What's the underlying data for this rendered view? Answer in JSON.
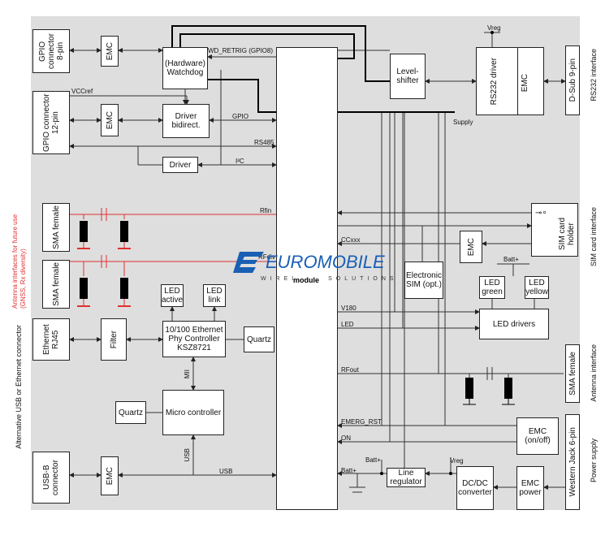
{
  "colors": {
    "board": "#dedede",
    "antenna": "#e03030",
    "logo": "#1a5fb4"
  },
  "blocks": {
    "gpio8": "GPIO connector 8-pin",
    "gpio12": "GPIO connector 12-pin",
    "emc": "EMC",
    "watchdog": "(Hardware) Watchdog",
    "driver_bidir": "Driver bidirect.",
    "driver": "Driver",
    "sma": "SMA female",
    "led_active": "LED active",
    "led_link": "LED link",
    "ethernet": "Ethernet RJ45",
    "filter": "Filter",
    "phy": "10/100 Ethernet Phy Controller KSZ8721",
    "quartz": "Quartz",
    "micro": "Micro controller",
    "usbb": "USB-B connector",
    "level_shifter": "Level-shifter",
    "rs232_driver": "RS232 driver",
    "dsub": "D-Sub 9-pin",
    "sim_holder": "SIM card holder",
    "esim": "Electronic SIM (opt.)",
    "led_green": "LED green",
    "led_yellow": "LED yellow",
    "led_drivers": "LED drivers",
    "emc_onoff": "EMC (on/off)",
    "emc_power": "EMC power",
    "western": "Western Jack 6-pin",
    "dcdc": "DC/DC converter",
    "line_reg": "Line regulator",
    "module": "module"
  },
  "signals": {
    "wd_retrig": "WD_RETRIG (GPIO8)",
    "vccref": "VCCref",
    "gpio": "GPIO",
    "rs485": "RS485",
    "i2c": "I²C",
    "rfin": "Rfin",
    "rfdiv": "RFdiv",
    "ccxxx": "CCxxx",
    "v180": "V180",
    "led": "LED",
    "rfout": "RFout",
    "emerg_rst": "EMERG_RST",
    "on": "ON",
    "usb": "USB",
    "usb_v": "USB",
    "mii": "MII",
    "supply": "Supply",
    "vreg_top": "Vreg",
    "vreg_bottom": "Vreg",
    "batt_plus_led": "Batt+",
    "batt_plus_left": "Batt+",
    "batt_plus_reg": "Batt+"
  },
  "side_labels": {
    "antenna": "Antenna interfaces for future use (GNSS, Rx diversity)",
    "alt_usb": "Alternative USB or Ethernet connector",
    "rs232_if": "RS232 interface",
    "sim_if": "SIM card interface",
    "antenna_if": "Antenna interface",
    "power": "Power supply"
  },
  "logo": {
    "brand": "EUROMOBILE",
    "tagline": "WIRELESS SOLUTIONS"
  }
}
